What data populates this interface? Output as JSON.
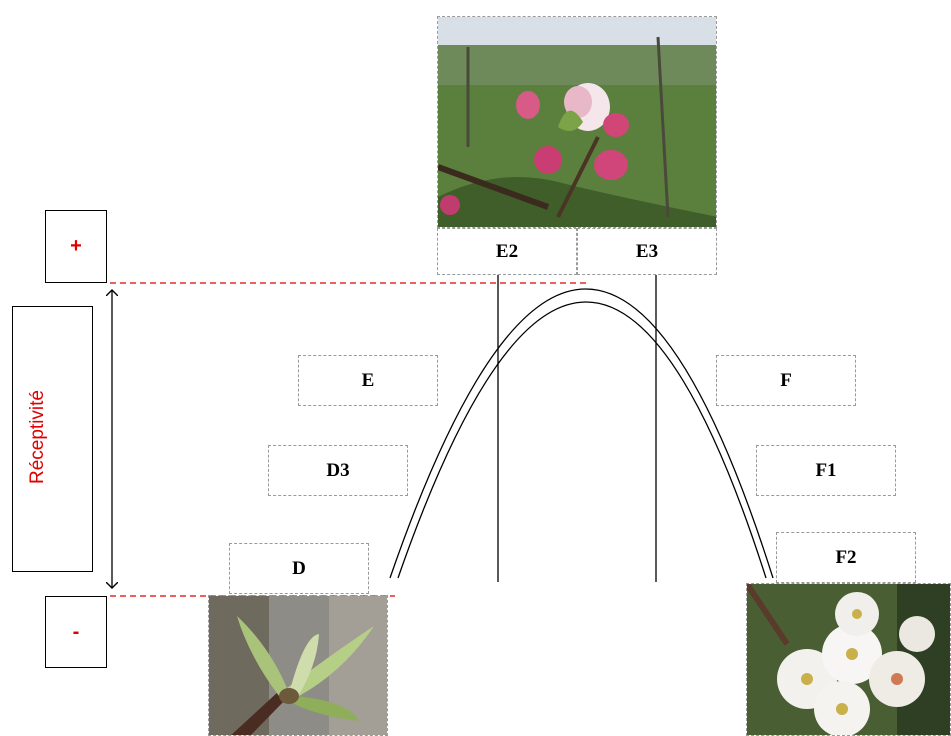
{
  "scale": {
    "plus": "+",
    "minus": "-",
    "axis_label": "Réceptivité"
  },
  "stages": {
    "d": "D",
    "d3": "D3",
    "e": "E",
    "e2": "E2",
    "e3": "E3",
    "f": "F",
    "f1": "F1",
    "f2": "F2"
  },
  "colors": {
    "accent_red": "#e00000",
    "line": "#000000",
    "box_border": "#9a9a9a"
  }
}
